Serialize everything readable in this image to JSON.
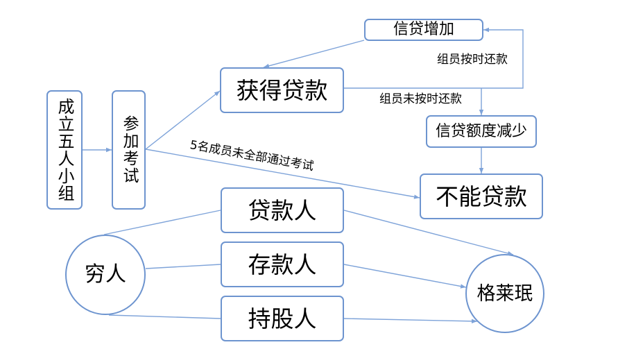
{
  "diagram": {
    "nodes": {
      "form_group": "成立五人小组",
      "take_exam": "参加考试",
      "get_loan": "获得贷款",
      "credit_increase": "信贷增加",
      "credit_decrease": "信贷额度减少",
      "no_loan": "不能贷款",
      "poor": "穷人",
      "borrower": "贷款人",
      "depositor": "存款人",
      "shareholder": "持股人",
      "grameen": "格莱珉"
    },
    "edge_labels": {
      "not_all_members_passed": "5名成员未全部通过考试",
      "repay_on_time": "组员按时还款",
      "not_repay_on_time": "组员未按时还款"
    }
  },
  "colors": {
    "node_border": "#6d94cf",
    "connector": "#7ea3d9",
    "text": "#000000",
    "background": "#ffffff"
  }
}
